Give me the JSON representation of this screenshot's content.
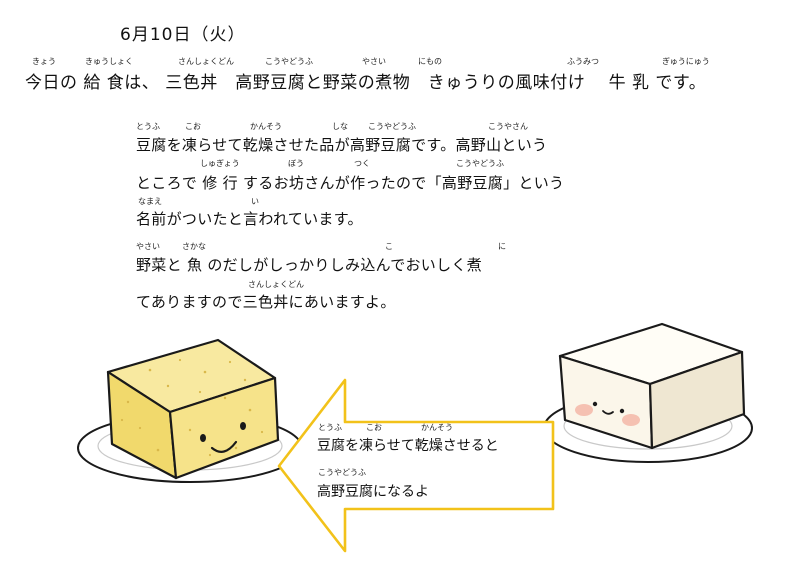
{
  "date": "6月10日（火）",
  "headline": {
    "text": "今日の 給 食は、 三色丼　高野豆腐と野菜の煮物　きゅうりの風味付け　 牛 乳 です。",
    "ruby": [
      "きょう",
      "きゅうしょく",
      "さんしょくどん",
      "こうやどうふ",
      "やさい",
      "にもの",
      "ふうみつ",
      "ぎゅうにゅう"
    ]
  },
  "body": {
    "lines": [
      "豆腐を凍らせて乾燥させた品が高野豆腐です。高野山という",
      "ところで 修 行 するお坊さんが作ったので「高野豆腐」という",
      "名前がついたと言われています。",
      "野菜と 魚 のだしがしっかりしみ込んでおいしく煮",
      "てありますので三色丼にあいますよ。"
    ],
    "ruby": [
      [
        "とうふ",
        "こお",
        "かんそう",
        "しな",
        "こうやどうふ",
        "こうやさん"
      ],
      [
        "しゅぎょう",
        "ぼう",
        "つく",
        "こうやどうふ"
      ],
      [
        "なまえ",
        "い"
      ],
      [
        "やさい",
        "さかな",
        "こ",
        "に"
      ],
      [
        "さんしょくどん"
      ]
    ]
  },
  "bubble": {
    "lines": [
      "豆腐を凍らせて乾燥させると",
      "高野豆腐になるよ"
    ],
    "ruby": [
      [
        "とうふ",
        "こお",
        "かんそう"
      ],
      [
        "こうやどうふ"
      ]
    ]
  },
  "colors": {
    "arrow_stroke": "#f2c21a",
    "koya_tofu": "#f6e38a",
    "tofu": "#fbf6ea",
    "cheek": "#f4b4a4",
    "outline": "#1a1a1a"
  }
}
